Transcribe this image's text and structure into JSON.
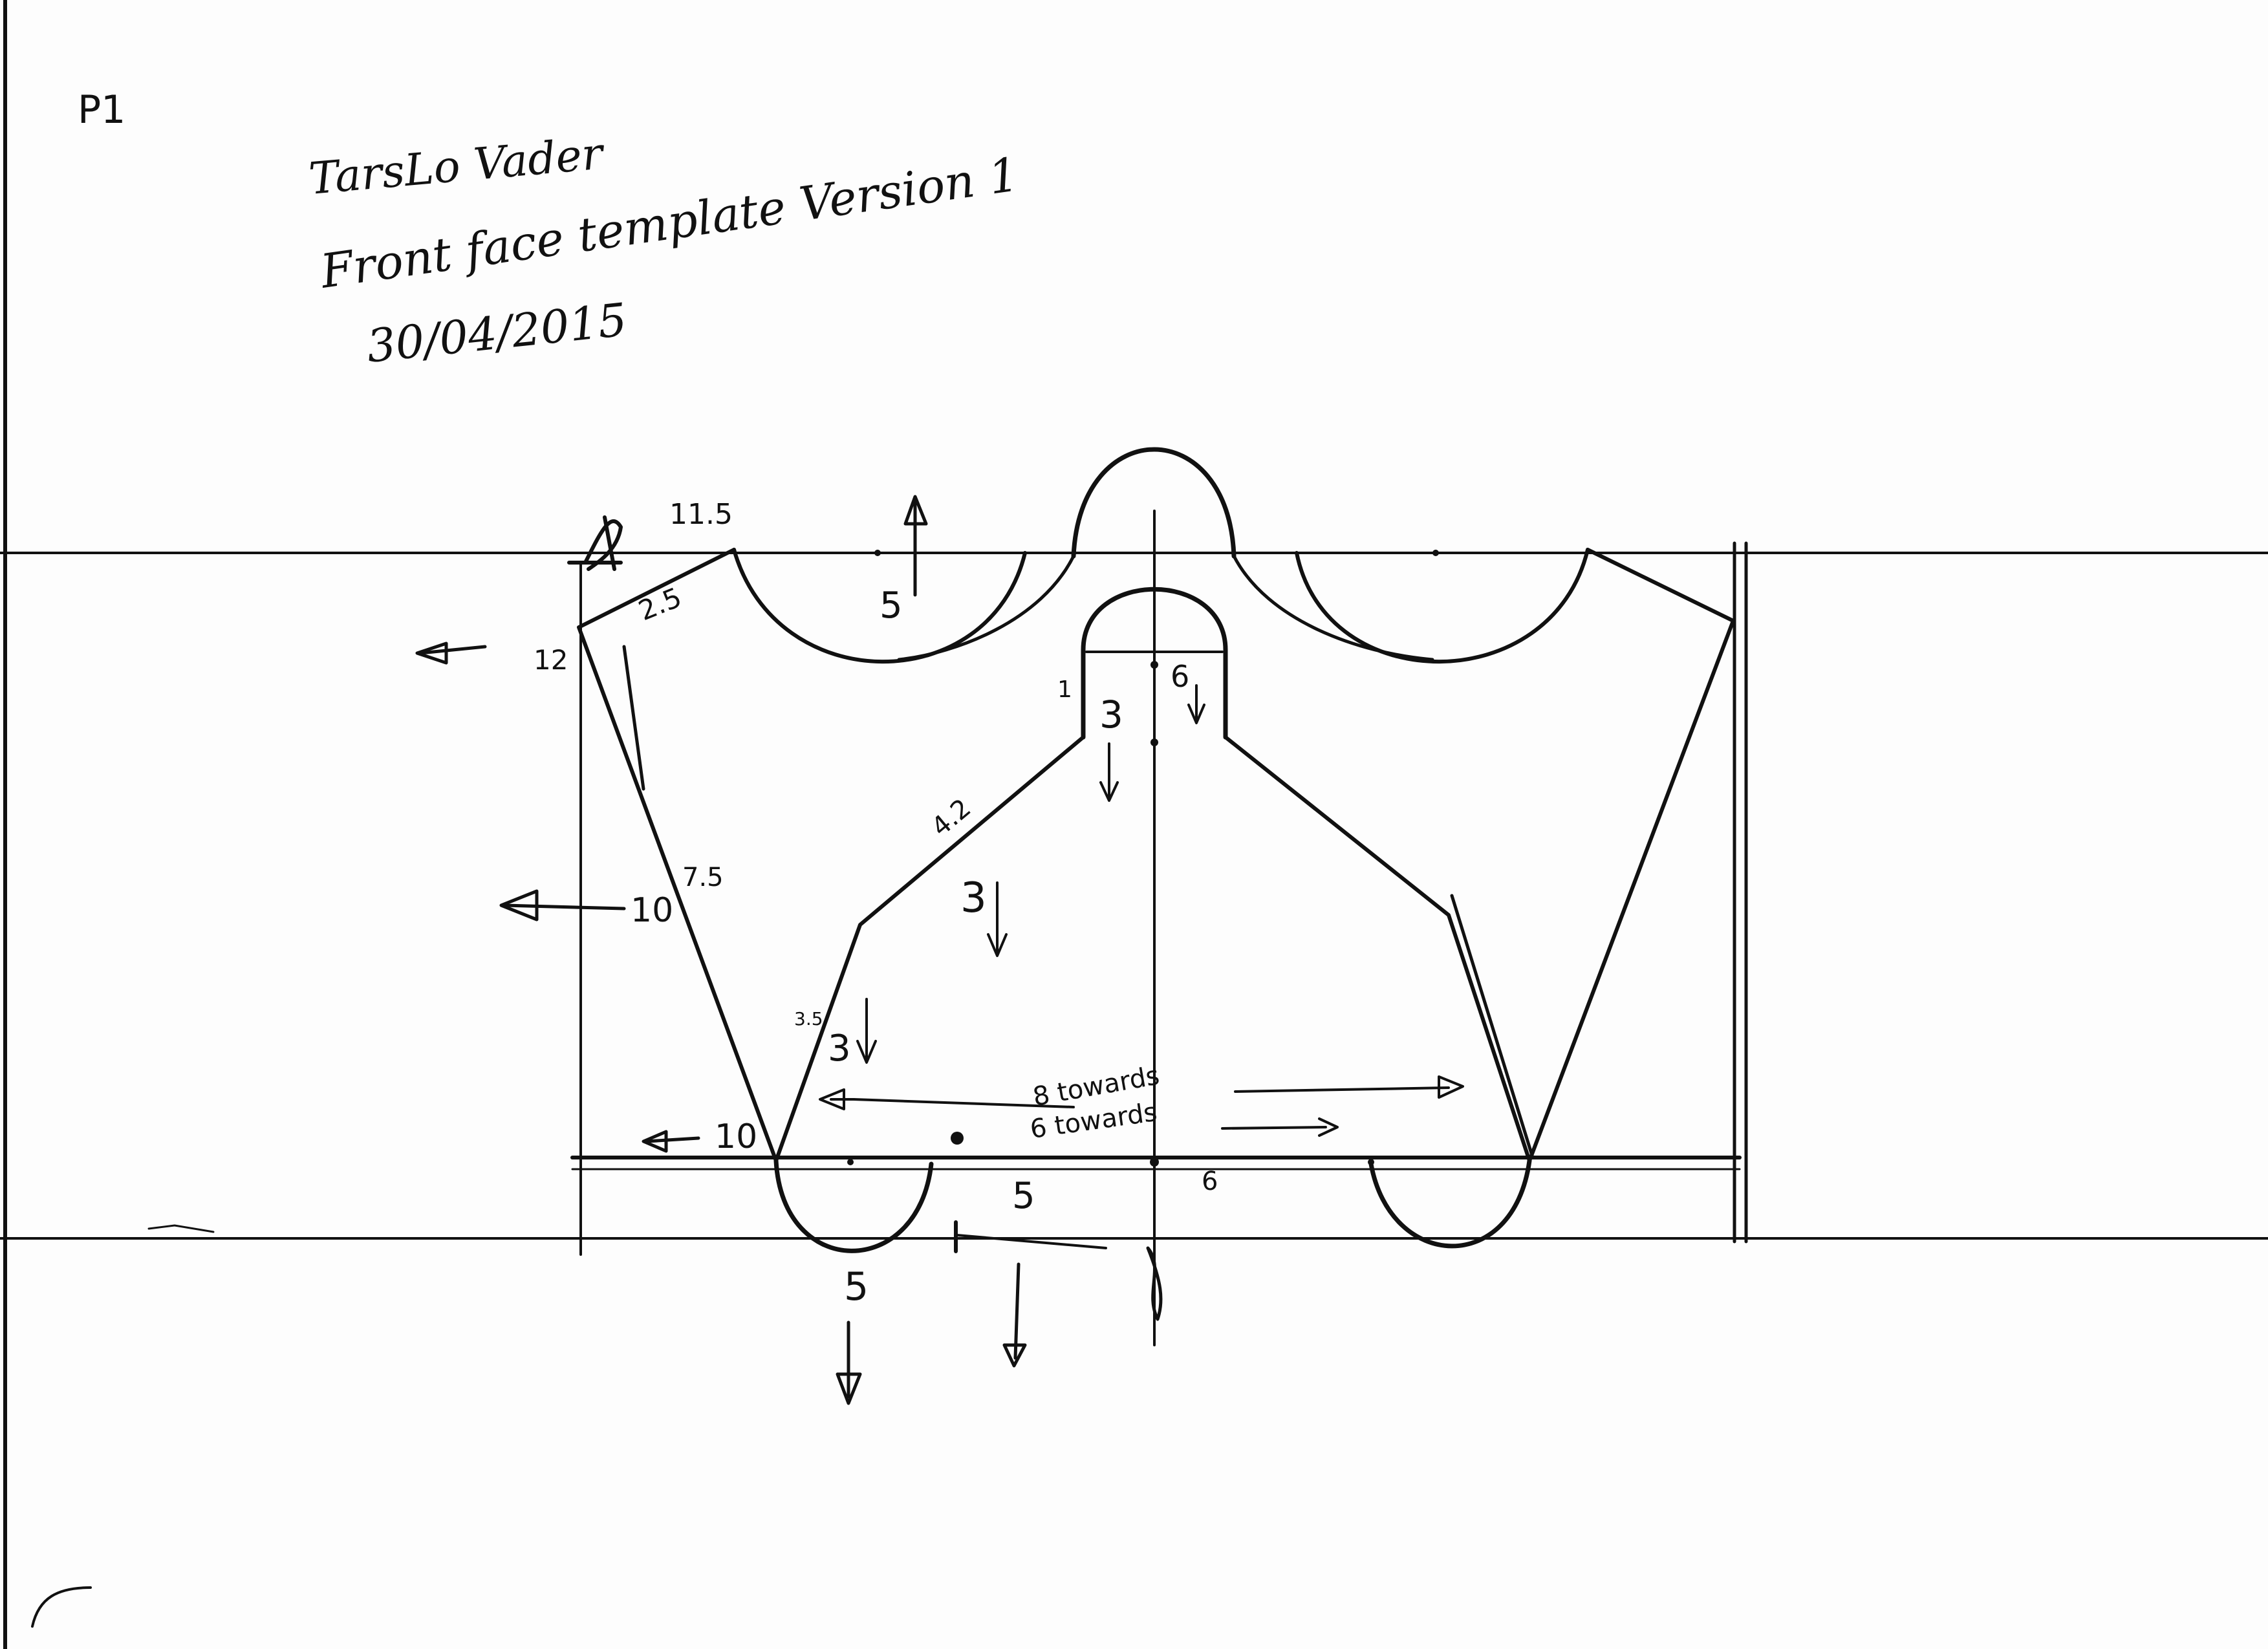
{
  "header": {
    "page_no": "P1",
    "title": "TarsLo Vader",
    "subtitle": "Front face template Version 1",
    "date": "30/04/2015"
  },
  "measurements": {
    "top_width": "11.5",
    "left_edge": "12",
    "bevel": "2.5",
    "left_side": "7.5",
    "left_side_offset": "10",
    "bottom_left_offset": "10",
    "upper_diagonal": "4.2",
    "lower_diagonal": "3.5",
    "nose_width": "1",
    "nose_height": "6",
    "brow_scallop_depth": "5",
    "cheek_depth": "3",
    "inner_depth": "3",
    "lower_depth": "3",
    "bottom_centre": "5",
    "bottom_right": "6",
    "bottom_lobe": "5",
    "towards_1": "8 towards",
    "towards_2": "6 towards"
  },
  "colors": {
    "ink": "#111111",
    "paper": "#fdfdfd"
  }
}
